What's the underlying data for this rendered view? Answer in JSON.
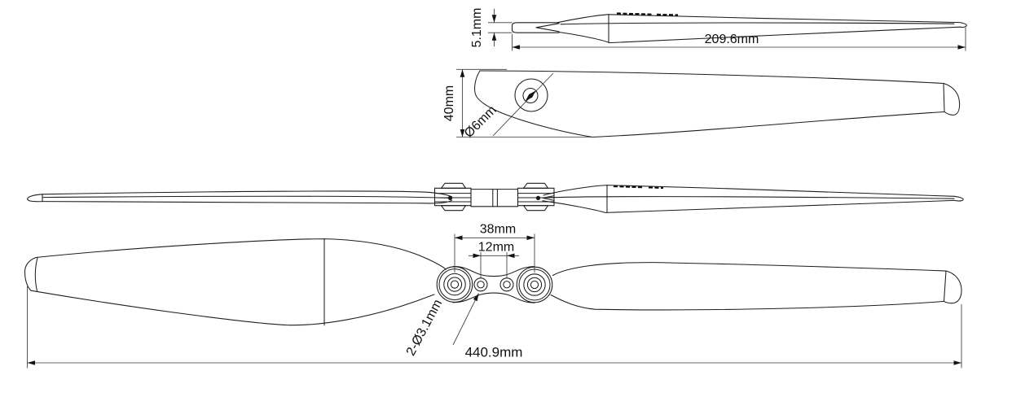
{
  "canvas": {
    "background": "#ffffff",
    "line_color": "#1d1d1d"
  },
  "views": {
    "blade_side": {
      "thickness": "5.1mm",
      "length": "209.6mm"
    },
    "blade_plan": {
      "width": "40mm",
      "hub_hole": "Ø6mm"
    },
    "prop_plan": {
      "mount_spacing": "38mm",
      "hole_spacing": "12mm",
      "small_holes": "2-Ø3.1mm",
      "overall_length": "440.9mm"
    }
  }
}
